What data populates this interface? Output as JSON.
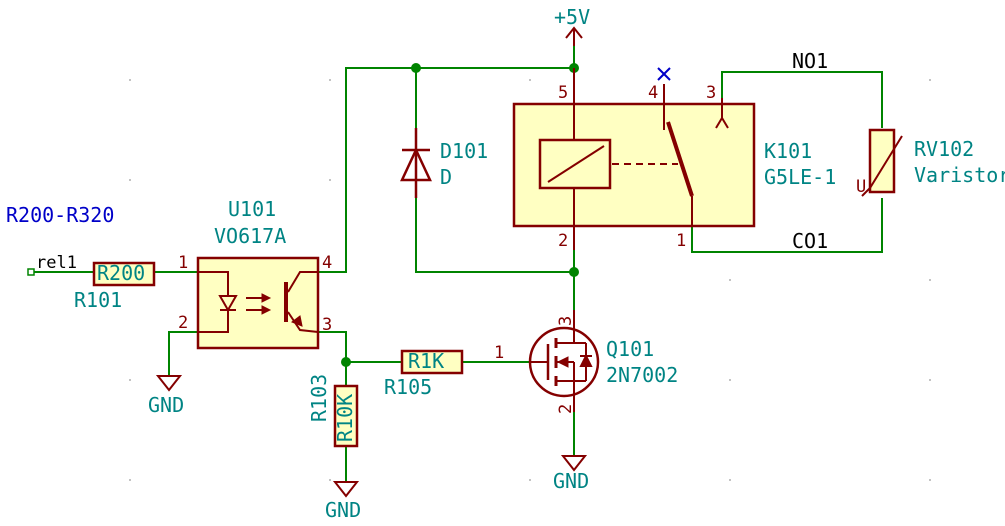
{
  "sheet_label": "R200-R320",
  "net_labels": {
    "input": "rel1",
    "no": "NO1",
    "co": "CO1"
  },
  "power": {
    "vcc": "+5V",
    "gnd1": "GND",
    "gnd2": "GND",
    "gnd3": "GND"
  },
  "components": {
    "optocoupler": {
      "ref": "U101",
      "value": "VO617A",
      "pins": [
        "1",
        "2",
        "3",
        "4"
      ]
    },
    "r_in": {
      "ref": "R101",
      "value": "R200"
    },
    "r_gate": {
      "ref": "R105",
      "value": "R1K"
    },
    "r_pulldown": {
      "ref": "R103",
      "value": "R10K"
    },
    "diode": {
      "ref": "D101",
      "value": "D"
    },
    "relay": {
      "ref": "K101",
      "value": "G5LE-1",
      "pins": [
        "5",
        "2",
        "4",
        "3",
        "1"
      ]
    },
    "mosfet": {
      "ref": "Q101",
      "value": "2N7002",
      "pins": [
        "1",
        "3",
        "2"
      ]
    },
    "varistor": {
      "ref": "RV102",
      "value": "Varistor",
      "mark": "U"
    }
  },
  "colors": {
    "wire": "#008400",
    "symbol": "#840000",
    "symbol_fill": "#ffffc2",
    "ref_text": "#008484",
    "sheet_text": "#0000c8",
    "no_connect": "#0000c8"
  }
}
